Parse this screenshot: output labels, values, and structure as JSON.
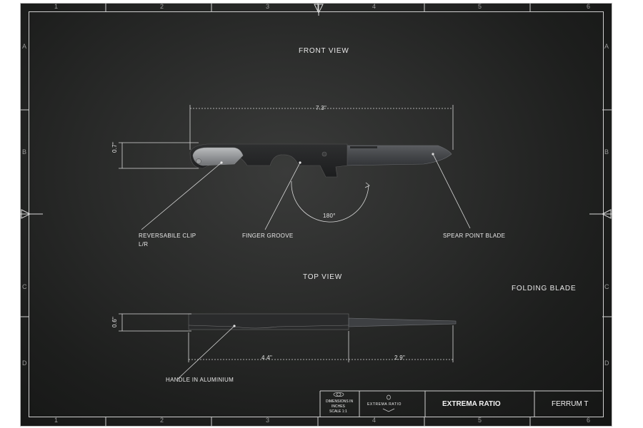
{
  "grid": {
    "columns": [
      "1",
      "2",
      "3",
      "4",
      "5",
      "6"
    ],
    "rows": [
      "A",
      "B",
      "C",
      "D"
    ]
  },
  "front_view": {
    "title": "FRONT VIEW",
    "length": "7.3\"",
    "height": "0.7\"",
    "rotation": "180°",
    "callouts": {
      "clip": [
        "REVERSABILE CLIP",
        "L/R"
      ],
      "groove": "FINGER GROOVE",
      "blade": "SPEAR POINT BLADE"
    }
  },
  "top_view": {
    "title": "TOP VIEW",
    "thickness": "0.6\"",
    "handle_length": "4.4\"",
    "blade_length": "2.9\"",
    "handle_callout": "HANDLE IN ALUMINIUM"
  },
  "folding_label": "FOLDING BLADE",
  "title_block": {
    "dimensions": [
      "DIMENSIONS IN",
      "INCHES",
      "SCALE 1:1"
    ],
    "logo_text": "EXTREMA RATIO",
    "brand": "EXTREMA RATIO",
    "model": "FERRUM T"
  },
  "colors": {
    "background": "#2c2d2c",
    "lines": "#d8d8d8",
    "blade": "#4a4c4f",
    "handle": "#262728"
  }
}
